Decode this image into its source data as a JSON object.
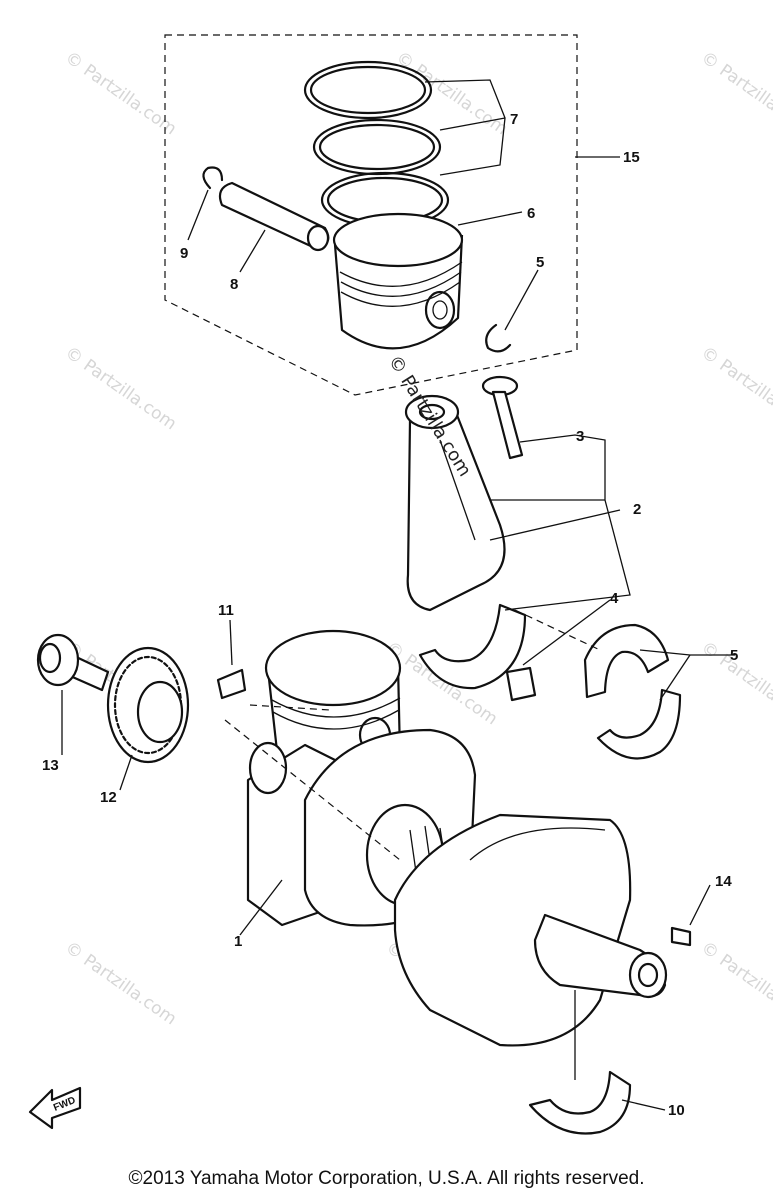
{
  "watermark_text": "© Partzilla.com",
  "center_watermark_text": "© Partzilla.com",
  "copyright": "©2013 Yamaha Motor Corporation, U.S.A. All rights reserved.",
  "fwd_label": "FWD",
  "callouts": [
    "1",
    "2",
    "3",
    "4",
    "5",
    "5",
    "6",
    "7",
    "8",
    "9",
    "10",
    "11",
    "12",
    "13",
    "14",
    "15"
  ]
}
